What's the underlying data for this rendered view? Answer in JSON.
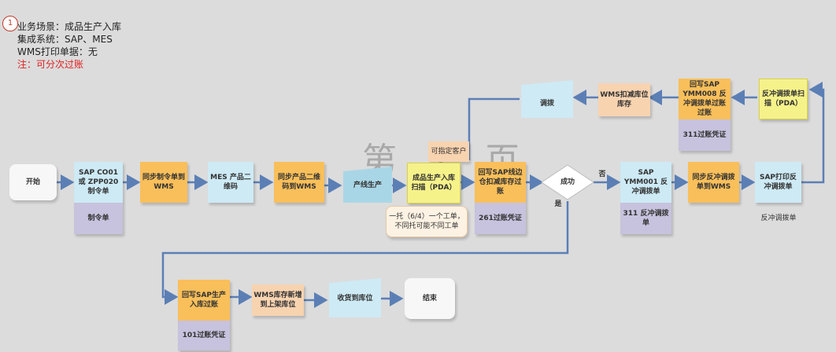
{
  "header": {
    "badge": "1",
    "scenario": "业务场景：成品生产入库",
    "systems": "集成系统：SAP、MES",
    "print": "WMS打印单据：无",
    "note": "注：可分次过账"
  },
  "watermark": "第 1 页",
  "nodes": {
    "start": "开始",
    "sap_co01": "SAP CO01或 ZPP020 制令单",
    "order_sheet": "制令单",
    "sync_order": "同步制令单到WMS",
    "mes_qr": "MES 产品二维码",
    "sync_qr": "同步产品二维码到WMS",
    "production": "产线生产",
    "fg_scan": "成品生产入库扫描（PDA）",
    "customer_note": "可指定客户",
    "tray_note": "一托（6/4）一个工单，不同托可能不同工单",
    "writeback_sap": "回写SAP线边仓扣减库存过账",
    "voucher_261": "261过账凭证",
    "success": "成功",
    "no_label": "否",
    "yes_label": "是",
    "ymm001": "SAP YMM001 反冲调拨单",
    "reversal_311": "311 反冲调拨单",
    "sync_reversal": "同步反冲调拨单到WMS",
    "sap_print": "SAP打印反冲调拨单",
    "reversal_doc": "反冲调拨单",
    "reversal_scan": "反冲调拨单扫描（PDA）",
    "ymm008": "回写SAP YMM008 反冲调拨单过账过账",
    "voucher_311": "311过账凭证",
    "wms_deduct": "WMS扣减库位库存",
    "adjust": "调拨",
    "writeback_prod": "回写SAP生产入库过账",
    "voucher_101": "101过账凭证",
    "wms_add": "WMS库存新增到上架库位",
    "receive": "收货到库位",
    "end": "结束"
  },
  "colors": {
    "blue": "#cdeaf5",
    "orange": "#f9bf5a",
    "peach": "#f8d3b0",
    "yellow": "#f6f28a",
    "lavender": "#c7c2dd",
    "arrow": "#5b7fb5",
    "note_red": "#e02020"
  }
}
